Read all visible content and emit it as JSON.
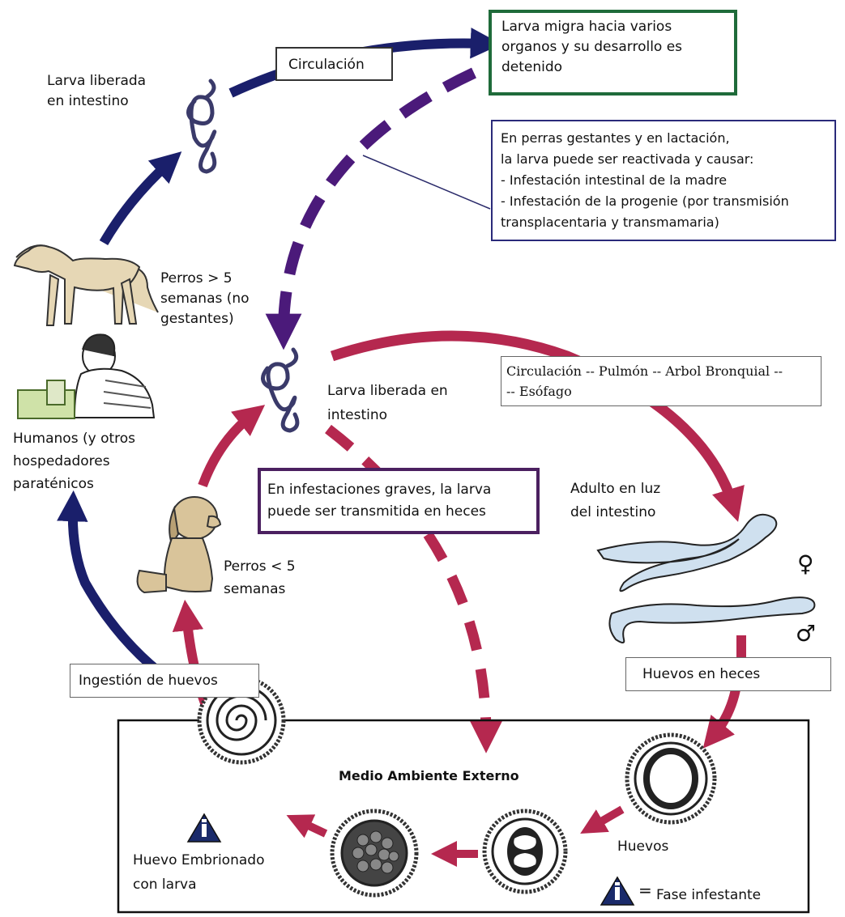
{
  "colors": {
    "navy": "#1a1f6b",
    "purple": "#4b1a7a",
    "crimson": "#b5284f",
    "green_border": "#1f6b3a"
  },
  "labels": {
    "larva_intestine_top": [
      "Larva liberada",
      "en intestino"
    ],
    "circulation_top": "Circulación",
    "larva_migrates_box": [
      "Larva migra hacia varios",
      "organos y su desarrollo es",
      "detenido"
    ],
    "pregnant_box": [
      "En perras gestantes y en lactación,",
      "la larva puede ser reactivada y causar:",
      "- Infestación intestinal de la madre",
      "- Infestación de la progenie (por transmisión",
      "transplacentaria y transmamaria)"
    ],
    "dogs_over5": [
      "Perros > 5",
      "semanas (no",
      "gestantes)"
    ],
    "humans": [
      "Humanos (y otros",
      "hospedadores",
      "paraténicos"
    ],
    "larva_intestine_mid": [
      "Larva liberada en",
      "intestino"
    ],
    "circulation_lung_box": [
      "Circulación -- Pulmón -- Arbol Bronquial --",
      "-- Esófago"
    ],
    "severe_box": [
      "En infestaciones graves, la larva",
      "puede ser transmitida en heces"
    ],
    "adult_lumen": [
      "Adulto en luz",
      "del intestino"
    ],
    "dogs_under5": [
      "Perros < 5",
      "semanas"
    ],
    "female_symbol": "♀",
    "male_symbol": "♂",
    "eggs_in_feces": "Huevos en heces",
    "egg_ingestion": "Ingestión de huevos",
    "external_env": "Medio Ambiente Externo",
    "embryonated_egg": [
      "Huevo Embrionado",
      "con larva"
    ],
    "eggs": "Huevos",
    "infective_phase": "Fase infestante",
    "legend_equals": "="
  }
}
